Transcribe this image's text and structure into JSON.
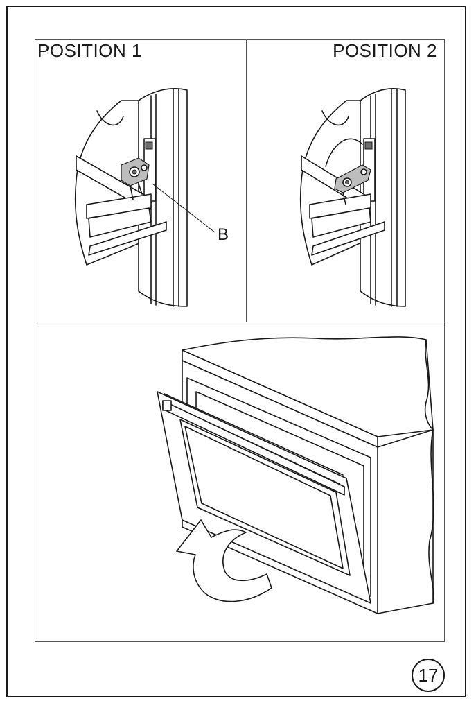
{
  "panels": {
    "position_1": {
      "label": "POSITION 1",
      "callout": "B"
    },
    "position_2": {
      "label": "POSITION 2"
    }
  },
  "page": {
    "number": "17"
  },
  "icons": {
    "hinge_position_1": "hinge-position-1-illustration",
    "hinge_position_2": "hinge-position-2-illustration",
    "door_removal": "oven-door-removal-illustration",
    "arrow": "curved-arrow-icon"
  }
}
